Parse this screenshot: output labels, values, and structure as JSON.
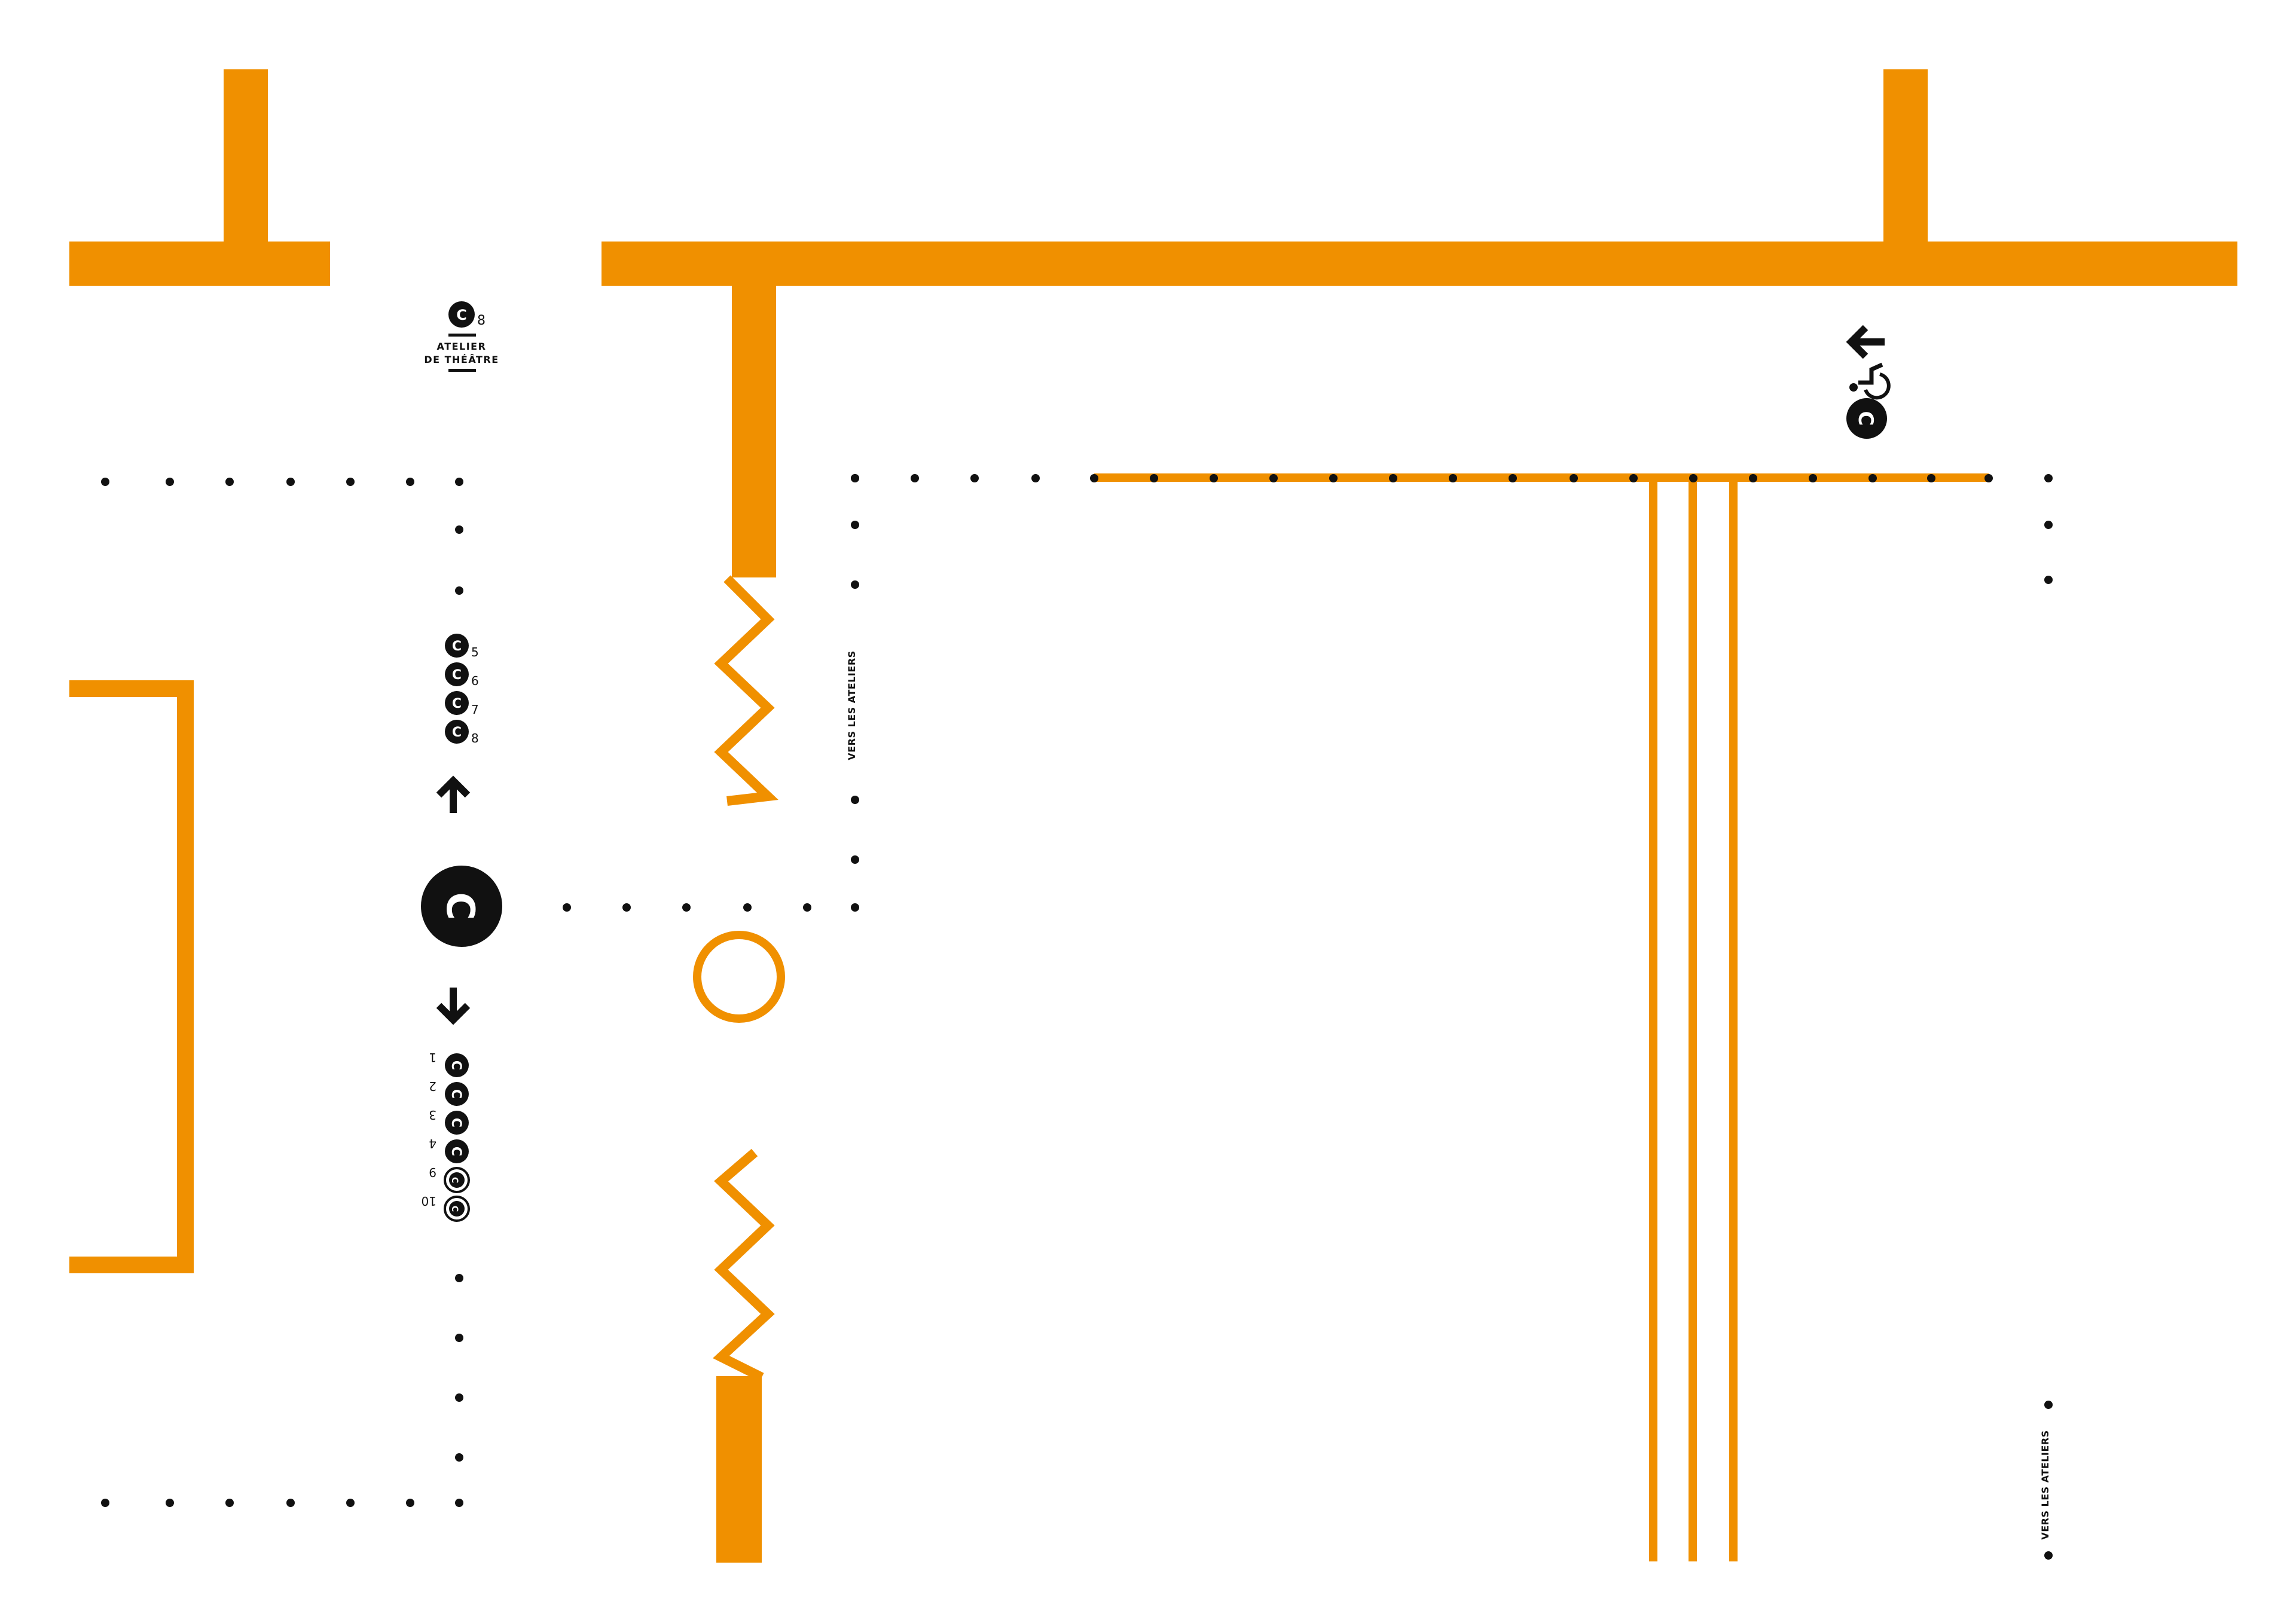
{
  "colors": {
    "accent": "#f09000",
    "ink": "#111111",
    "background": "#ffffff"
  },
  "signs": {
    "theatre": {
      "room_number": "8",
      "label_line1": "ATELIER",
      "label_line2": "DE THÉÂTRE"
    },
    "up_rooms": [
      "5",
      "6",
      "7",
      "8"
    ],
    "down_rooms": [
      "1",
      "2",
      "3",
      "4",
      "9",
      "10"
    ],
    "main_logo_letter": "C",
    "vers_label": "VERS LES ATELIERS"
  },
  "icons": [
    "c-logo-icon",
    "arrow-up-icon",
    "arrow-down-icon",
    "arrow-left-icon",
    "wheelchair-icon"
  ]
}
